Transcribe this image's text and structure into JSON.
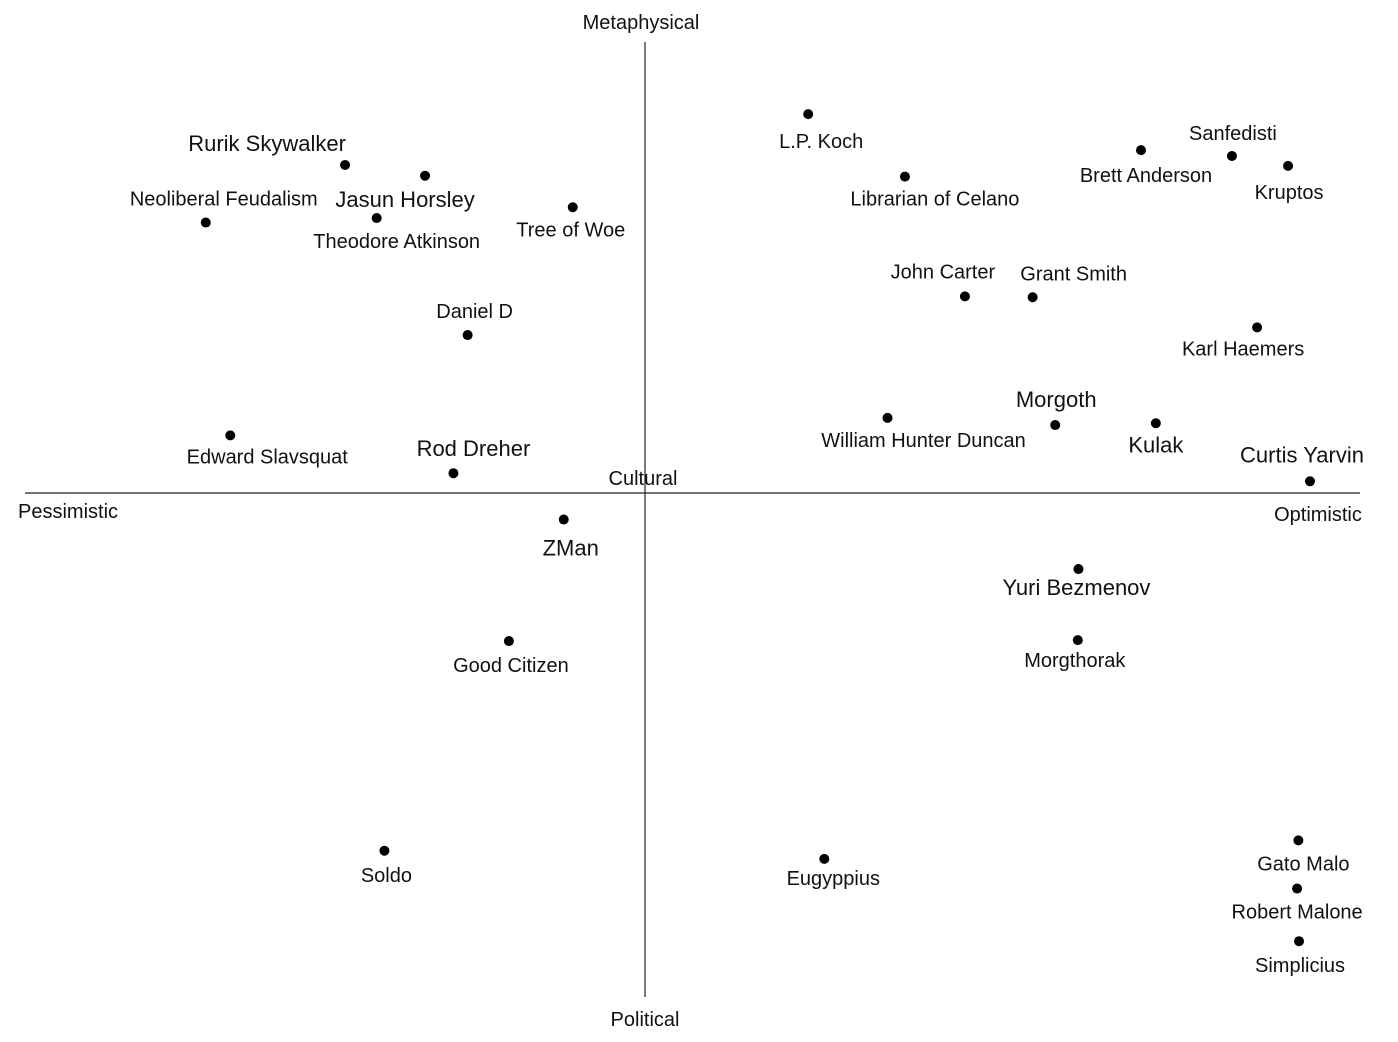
{
  "chart_data": {
    "type": "scatter",
    "title": "",
    "axes": {
      "x_negative_label": "Pessimistic",
      "x_positive_label": "Optimistic",
      "y_positive_label": "Metaphysical",
      "y_negative_label": "Political",
      "center_label": "Cultural"
    },
    "xlim": [
      -100,
      100
    ],
    "ylim": [
      -100,
      100
    ],
    "grid": false,
    "legend": "none",
    "point_color": "#000000",
    "axis_color": "#222222",
    "points": [
      {
        "name": "Rurik Skywalker",
        "x": -46.5,
        "y": 72.9
      },
      {
        "name": "Jasun Horsley",
        "x": -34.1,
        "y": 70.5
      },
      {
        "name": "Neoliberal Feudalism",
        "x": -68.1,
        "y": 60.1
      },
      {
        "name": "Theodore Atkinson",
        "x": -41.6,
        "y": 61.1
      },
      {
        "name": "Tree of Woe",
        "x": -11.2,
        "y": 63.5
      },
      {
        "name": "Daniel D",
        "x": -27.5,
        "y": 35.1
      },
      {
        "name": "Edward Slavsquat",
        "x": -64.3,
        "y": 12.8
      },
      {
        "name": "Rod Dreher",
        "x": -29.7,
        "y": 4.4
      },
      {
        "name": "ZMan",
        "x": -12.6,
        "y": -5.9
      },
      {
        "name": "Good Citizen",
        "x": -21.1,
        "y": -32.9
      },
      {
        "name": "Soldo",
        "x": -40.4,
        "y": -79.5
      },
      {
        "name": "L.P. Koch",
        "x": 25.3,
        "y": 84.2
      },
      {
        "name": "Librarian of Celano",
        "x": 40.3,
        "y": 70.3
      },
      {
        "name": "John Carter",
        "x": 49.6,
        "y": 43.7
      },
      {
        "name": "Grant Smith",
        "x": 60.1,
        "y": 43.5
      },
      {
        "name": "Brett Anderson",
        "x": 76.9,
        "y": 76.2
      },
      {
        "name": "Sanfedisti",
        "x": 91.0,
        "y": 74.9
      },
      {
        "name": "Kruptos",
        "x": 99.7,
        "y": 72.7
      },
      {
        "name": "Karl Haemers",
        "x": 94.9,
        "y": 36.8
      },
      {
        "name": "William Hunter Duncan",
        "x": 37.6,
        "y": 16.7
      },
      {
        "name": "Morgoth",
        "x": 63.6,
        "y": 15.1
      },
      {
        "name": "Kulak",
        "x": 79.2,
        "y": 15.5
      },
      {
        "name": "Curtis Yarvin",
        "x": 103.1,
        "y": 2.6
      },
      {
        "name": "Yuri Bezmenov",
        "x": 67.2,
        "y": -16.9
      },
      {
        "name": "Morgthorak",
        "x": 67.1,
        "y": -32.7
      },
      {
        "name": "Eugyppius",
        "x": 27.8,
        "y": -81.3
      },
      {
        "name": "Gato Malo",
        "x": 101.3,
        "y": -77.2
      },
      {
        "name": "Robert Malone",
        "x": 101.1,
        "y": -87.9
      },
      {
        "name": "Simplicius",
        "x": 101.4,
        "y": -99.6
      }
    ]
  }
}
